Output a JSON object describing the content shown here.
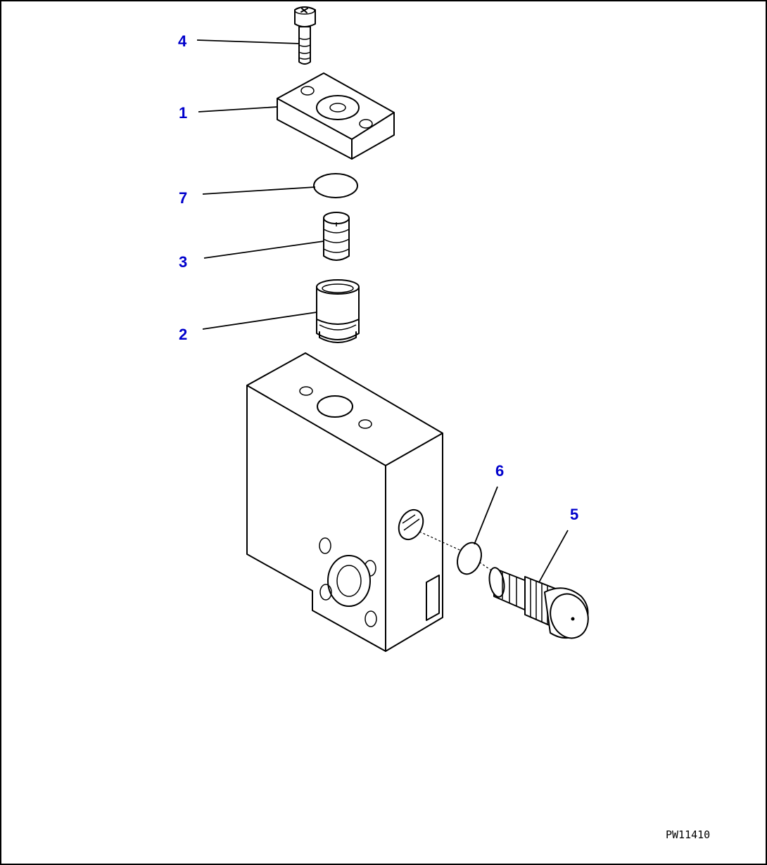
{
  "diagram": {
    "callouts": [
      "4",
      "1",
      "7",
      "3",
      "2",
      "6",
      "5"
    ],
    "drawing_code": "PW11410"
  },
  "colors": {
    "callout": "#0000cc",
    "line": "#000000",
    "background": "#ffffff"
  }
}
